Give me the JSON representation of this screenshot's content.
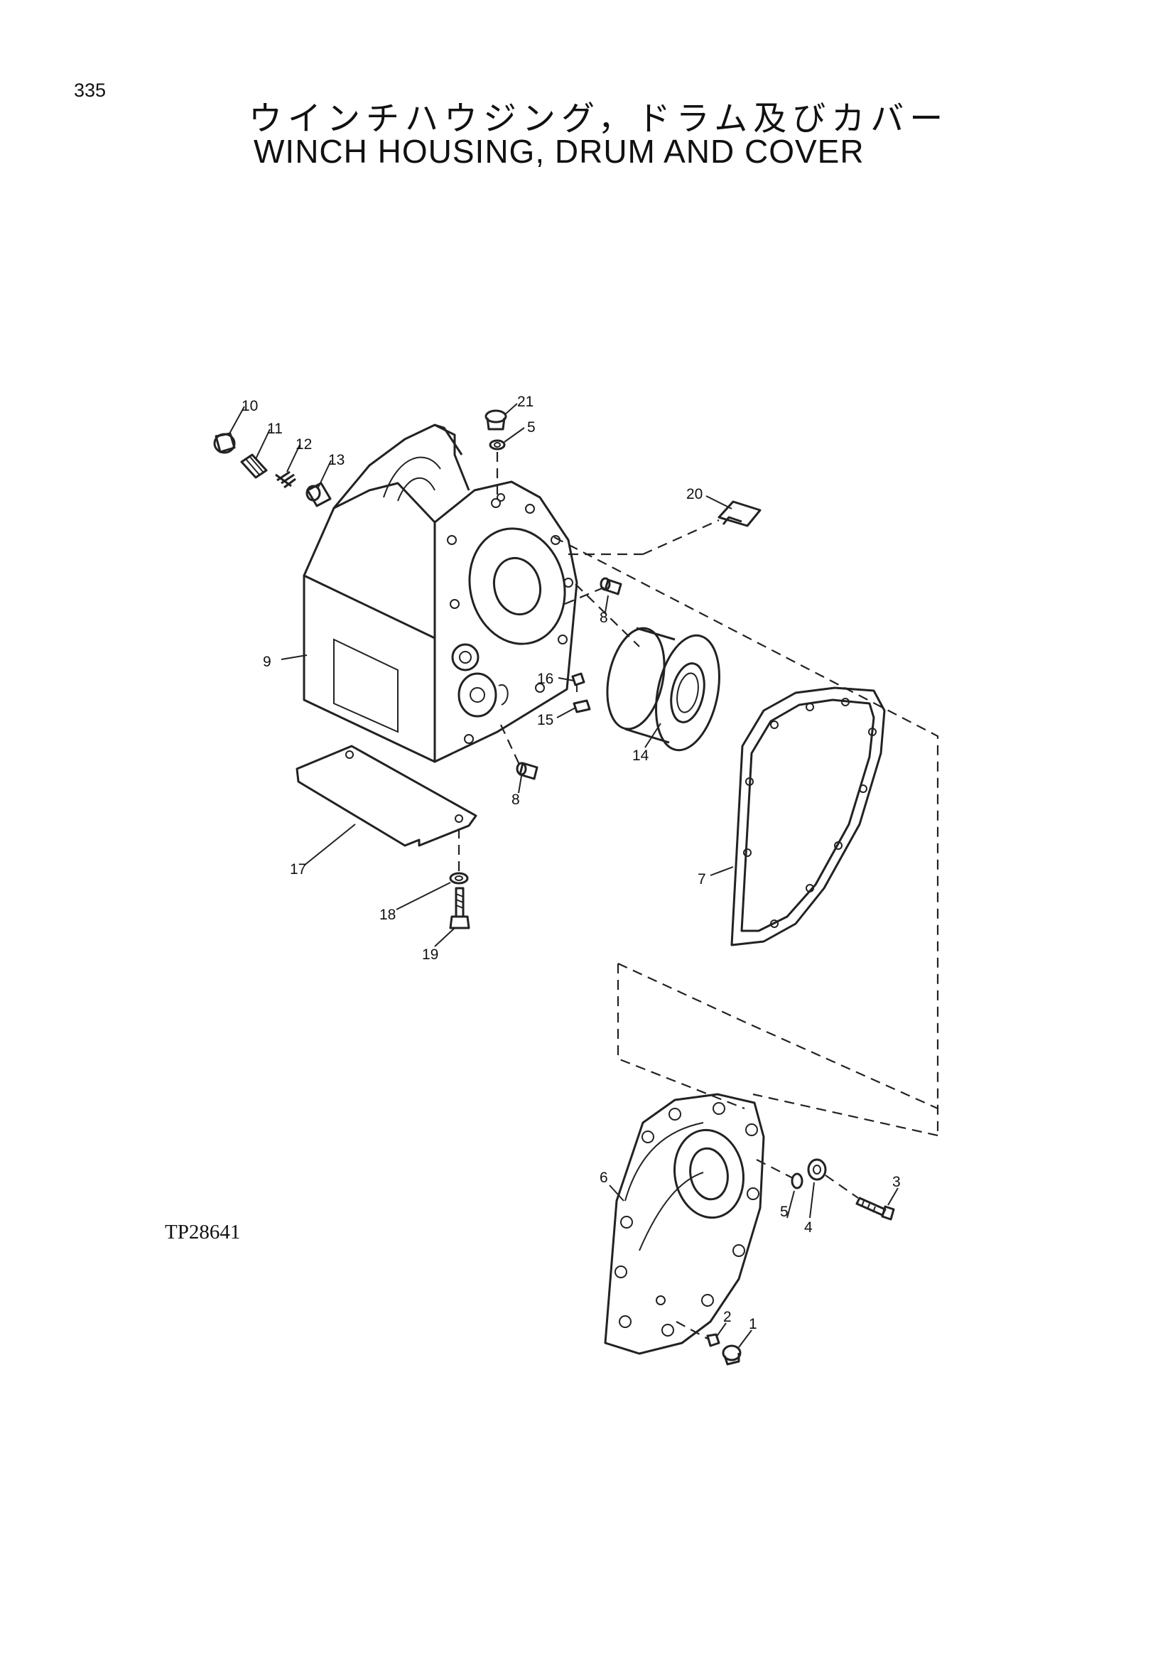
{
  "page_number": "335",
  "title_jp": "ウインチハウジング，ドラム及びカバー",
  "title_en": "WINCH HOUSING, DRUM AND COVER",
  "drawing_code": "TP28641",
  "callouts": {
    "c1": "1",
    "c2": "2",
    "c3": "3",
    "c4": "4",
    "c5a": "5",
    "c5b": "5",
    "c6": "6",
    "c7": "7",
    "c8a": "8",
    "c8b": "8",
    "c9": "9",
    "c10": "10",
    "c11": "11",
    "c12": "12",
    "c13": "13",
    "c14": "14",
    "c15": "15",
    "c16": "16",
    "c17": "17",
    "c18": "18",
    "c19": "19",
    "c20": "20",
    "c21": "21"
  }
}
